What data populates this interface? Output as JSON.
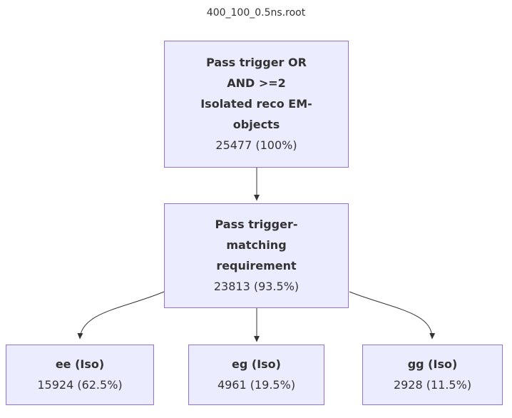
{
  "title": "400_100_0.5ns.root",
  "colors": {
    "node_fill": "#ECECFF",
    "node_border": "#9370DB",
    "edge": "#333333",
    "text": "#333333"
  },
  "nodes": {
    "root": {
      "label": "Pass trigger OR\nAND >=2\nIsolated reco EM-\nobjects",
      "count": "25477 (100%)"
    },
    "trigger_match": {
      "label": "Pass trigger-\nmatching\nrequirement",
      "count": "23813 (93.5%)"
    },
    "ee": {
      "label": "ee (Iso)",
      "count": "15924 (62.5%)"
    },
    "eg": {
      "label": "eg (Iso)",
      "count": "4961 (19.5%)"
    },
    "gg": {
      "label": "gg (Iso)",
      "count": "2928 (11.5%)"
    }
  }
}
